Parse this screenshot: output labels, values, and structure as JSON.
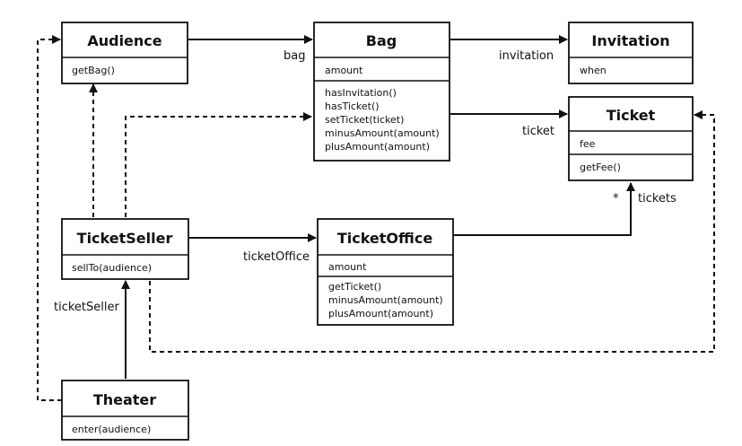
{
  "classes": {
    "audience": {
      "name": "Audience",
      "attributes": [],
      "operations": [
        "getBag()"
      ]
    },
    "bag": {
      "name": "Bag",
      "attributes": [
        "amount"
      ],
      "operations": [
        "hasInvitation()",
        "hasTicket()",
        "setTicket(ticket)",
        "minusAmount(amount)",
        "plusAmount(amount)"
      ]
    },
    "invitation": {
      "name": "Invitation",
      "attributes": [
        "when"
      ],
      "operations": []
    },
    "ticket": {
      "name": "Ticket",
      "attributes": [
        "fee"
      ],
      "operations": [
        "getFee()"
      ]
    },
    "ticketseller": {
      "name": "TicketSeller",
      "attributes": [],
      "operations": [
        "sellTo(audience)"
      ]
    },
    "ticketoffice": {
      "name": "TicketOffice",
      "attributes": [
        "amount"
      ],
      "operations": [
        "getTicket()",
        "minusAmount(amount)",
        "plusAmount(amount)"
      ]
    },
    "theater": {
      "name": "Theater",
      "attributes": [],
      "operations": [
        "enter(audience)"
      ]
    }
  },
  "associations": {
    "bag": "bag",
    "invitation": "invitation",
    "ticket": "ticket",
    "tickets": "tickets",
    "tickets_multiplicity": "*",
    "ticketOffice": "ticketOffice",
    "ticketSeller": "ticketSeller"
  }
}
